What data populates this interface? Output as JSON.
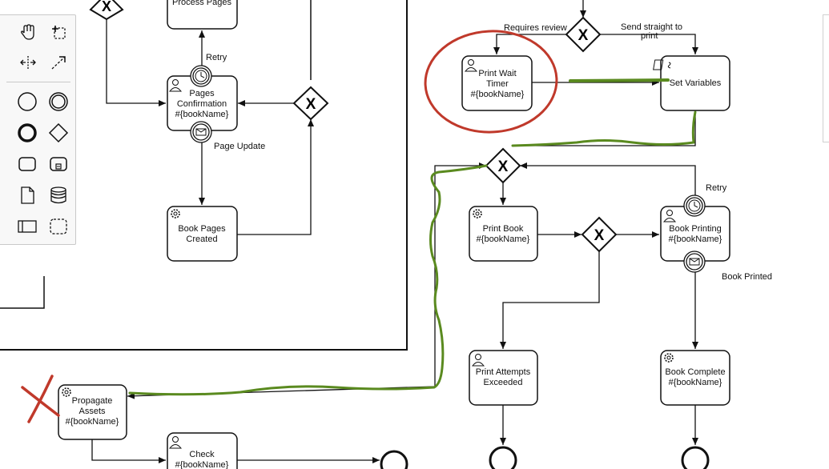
{
  "diagram": {
    "tasks": {
      "process_pages": "Process Pages",
      "pages_confirmation": [
        "Pages",
        "Confirmation",
        "#{bookName}"
      ],
      "book_pages_created": [
        "Book Pages",
        "Created"
      ],
      "print_wait_timer": [
        "Print Wait",
        "Timer",
        "#{bookName}"
      ],
      "set_variables": "Set Variables",
      "print_book": [
        "Print Book",
        "#{bookName}"
      ],
      "book_printing": [
        "Book Printing",
        "#{bookName}"
      ],
      "print_attempts_exceeded": [
        "Print Attempts",
        "Exceeded"
      ],
      "book_complete": [
        "Book Complete",
        "#{bookName}"
      ],
      "propagate_assets": [
        "Propagate",
        "Assets",
        "#{bookName}"
      ],
      "check": [
        "Check",
        "#{bookName}"
      ]
    },
    "labels": {
      "retry_top": "Retry",
      "page_update": "Page Update",
      "requires_review": "Requires review",
      "send_straight": [
        "Send straight to",
        "print"
      ],
      "retry_right": "Retry",
      "book_printed": "Book Printed"
    },
    "gateway_symbol": "X",
    "colors": {
      "stroke": "#111111",
      "annotation_red": "#c0392b",
      "annotation_green": "#5a8a1f"
    }
  },
  "palette": {
    "tools": [
      {
        "icon": "hand-tool-icon"
      },
      {
        "icon": "lasso-tool-icon"
      },
      {
        "icon": "space-tool-icon"
      },
      {
        "icon": "connect-tool-icon"
      },
      {
        "icon": "start-event-icon"
      },
      {
        "icon": "intermediate-event-icon"
      },
      {
        "icon": "end-event-icon"
      },
      {
        "icon": "gateway-icon"
      },
      {
        "icon": "task-icon"
      },
      {
        "icon": "subprocess-icon"
      },
      {
        "icon": "data-object-icon"
      },
      {
        "icon": "data-store-icon"
      },
      {
        "icon": "pool-icon"
      },
      {
        "icon": "group-icon"
      }
    ]
  }
}
